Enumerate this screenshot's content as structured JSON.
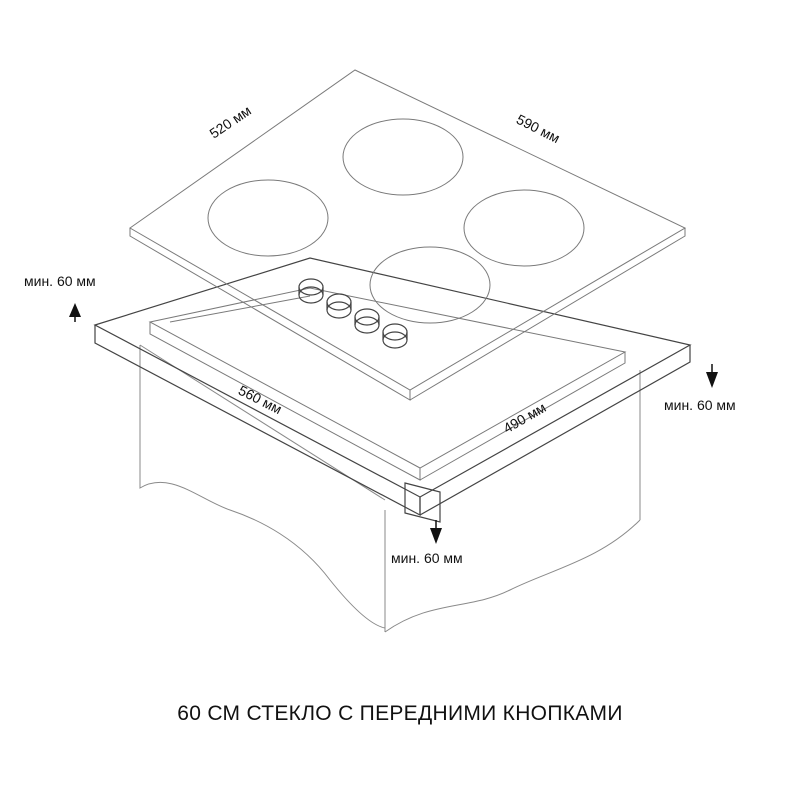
{
  "dimensions": {
    "hob_depth": "520 мм",
    "hob_width": "590 мм",
    "cutout_width": "560 мм",
    "cutout_depth": "490 мм"
  },
  "clearances": {
    "back": "мин. 60 мм",
    "side": "мин. 60 мм",
    "front": "мин. 60 мм"
  },
  "caption": "60 СМ СТЕКЛО С ПЕРЕДНИМИ КНОПКАМИ",
  "colors": {
    "line": "#7a7a7a",
    "text": "#111111"
  }
}
